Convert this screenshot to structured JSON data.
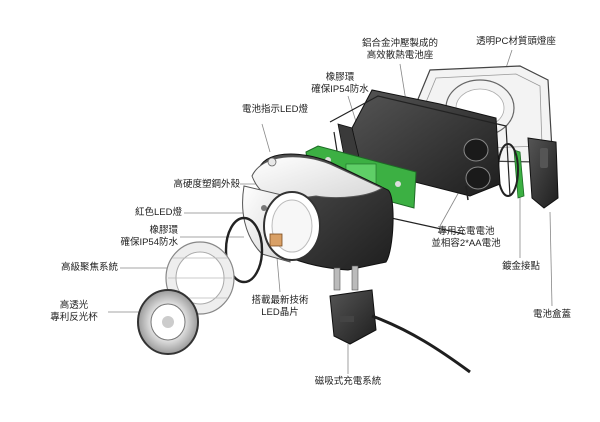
{
  "labels": {
    "shell": "高硬度塑鋼外殼",
    "indicator": "電池指示LED燈",
    "red_led": "紅色LED燈",
    "gasket_front": [
      "橡膠環",
      "確保IP54防水"
    ],
    "focus": "高級聚焦系統",
    "reflector": [
      "高透光",
      "專利反光杯"
    ],
    "led_chip": [
      "搭載最新技術",
      "LED晶片"
    ],
    "magnetic": "磁吸式充電系統",
    "gasket_back": [
      "橡膠環",
      "確保IP54防水"
    ],
    "alloy": [
      "鋁合金沖壓製成的",
      "高效散熱電池座"
    ],
    "pc_base": "透明PC材質頭燈座",
    "battery": [
      "專用充電電池",
      "並相容2*AA電池"
    ],
    "contact": "鍍金接點",
    "cover": "電池盒蓋"
  },
  "colors": {
    "leader": "#888888",
    "pcb": "#3cb043",
    "housing_dark": "#2b2b2b",
    "housing_white": "#f2f2f2"
  }
}
